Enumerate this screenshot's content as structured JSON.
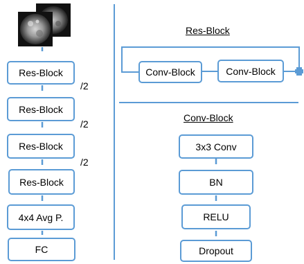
{
  "left_column": {
    "blocks": [
      {
        "label": "Res-Block"
      },
      {
        "label": "Res-Block"
      },
      {
        "label": "Res-Block"
      },
      {
        "label": "Res-Block"
      },
      {
        "label": "4x4 Avg P."
      },
      {
        "label": "FC"
      }
    ],
    "downsample_labels": [
      "/2",
      "/2",
      "/2"
    ]
  },
  "res_block": {
    "title": "Res-Block",
    "conv1": "Conv-Block",
    "conv2": "Conv-Block",
    "add_symbol": "+"
  },
  "conv_block": {
    "title": "Conv-Block",
    "layers": [
      {
        "label": "3x3 Conv"
      },
      {
        "label": "BN"
      },
      {
        "label": "RELU"
      },
      {
        "label": "Dropout"
      }
    ]
  },
  "colors": {
    "accent": "#5b9bd5",
    "text": "#000000",
    "background": "#ffffff"
  },
  "icons": {
    "input_images": "grayscale-scan-image-icon"
  }
}
